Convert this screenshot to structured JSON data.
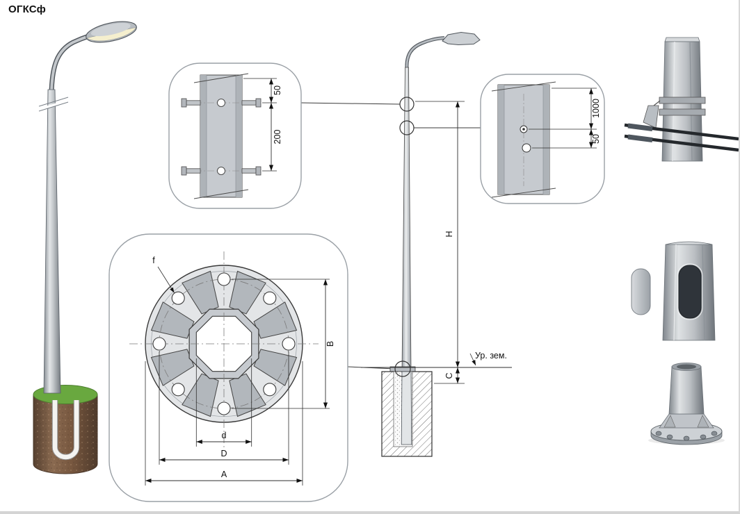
{
  "title": "ОГКСф",
  "colors": {
    "steel": "#c6cacf",
    "grass": "#69a83f",
    "lamp_glow": "#f5efce"
  },
  "detail_top": {
    "dim_edge": "50",
    "dim_spacing": "200"
  },
  "detail_mid": {
    "dim_offset": "1000",
    "dim_spacing": "50"
  },
  "flange": {
    "label_f": "f",
    "dim_b": "B",
    "dim_d_small": "d",
    "dim_d_big": "D",
    "dim_a": "A"
  },
  "elevation": {
    "dim_h": "H",
    "dim_c": "C",
    "ground": "Ур. зем."
  }
}
